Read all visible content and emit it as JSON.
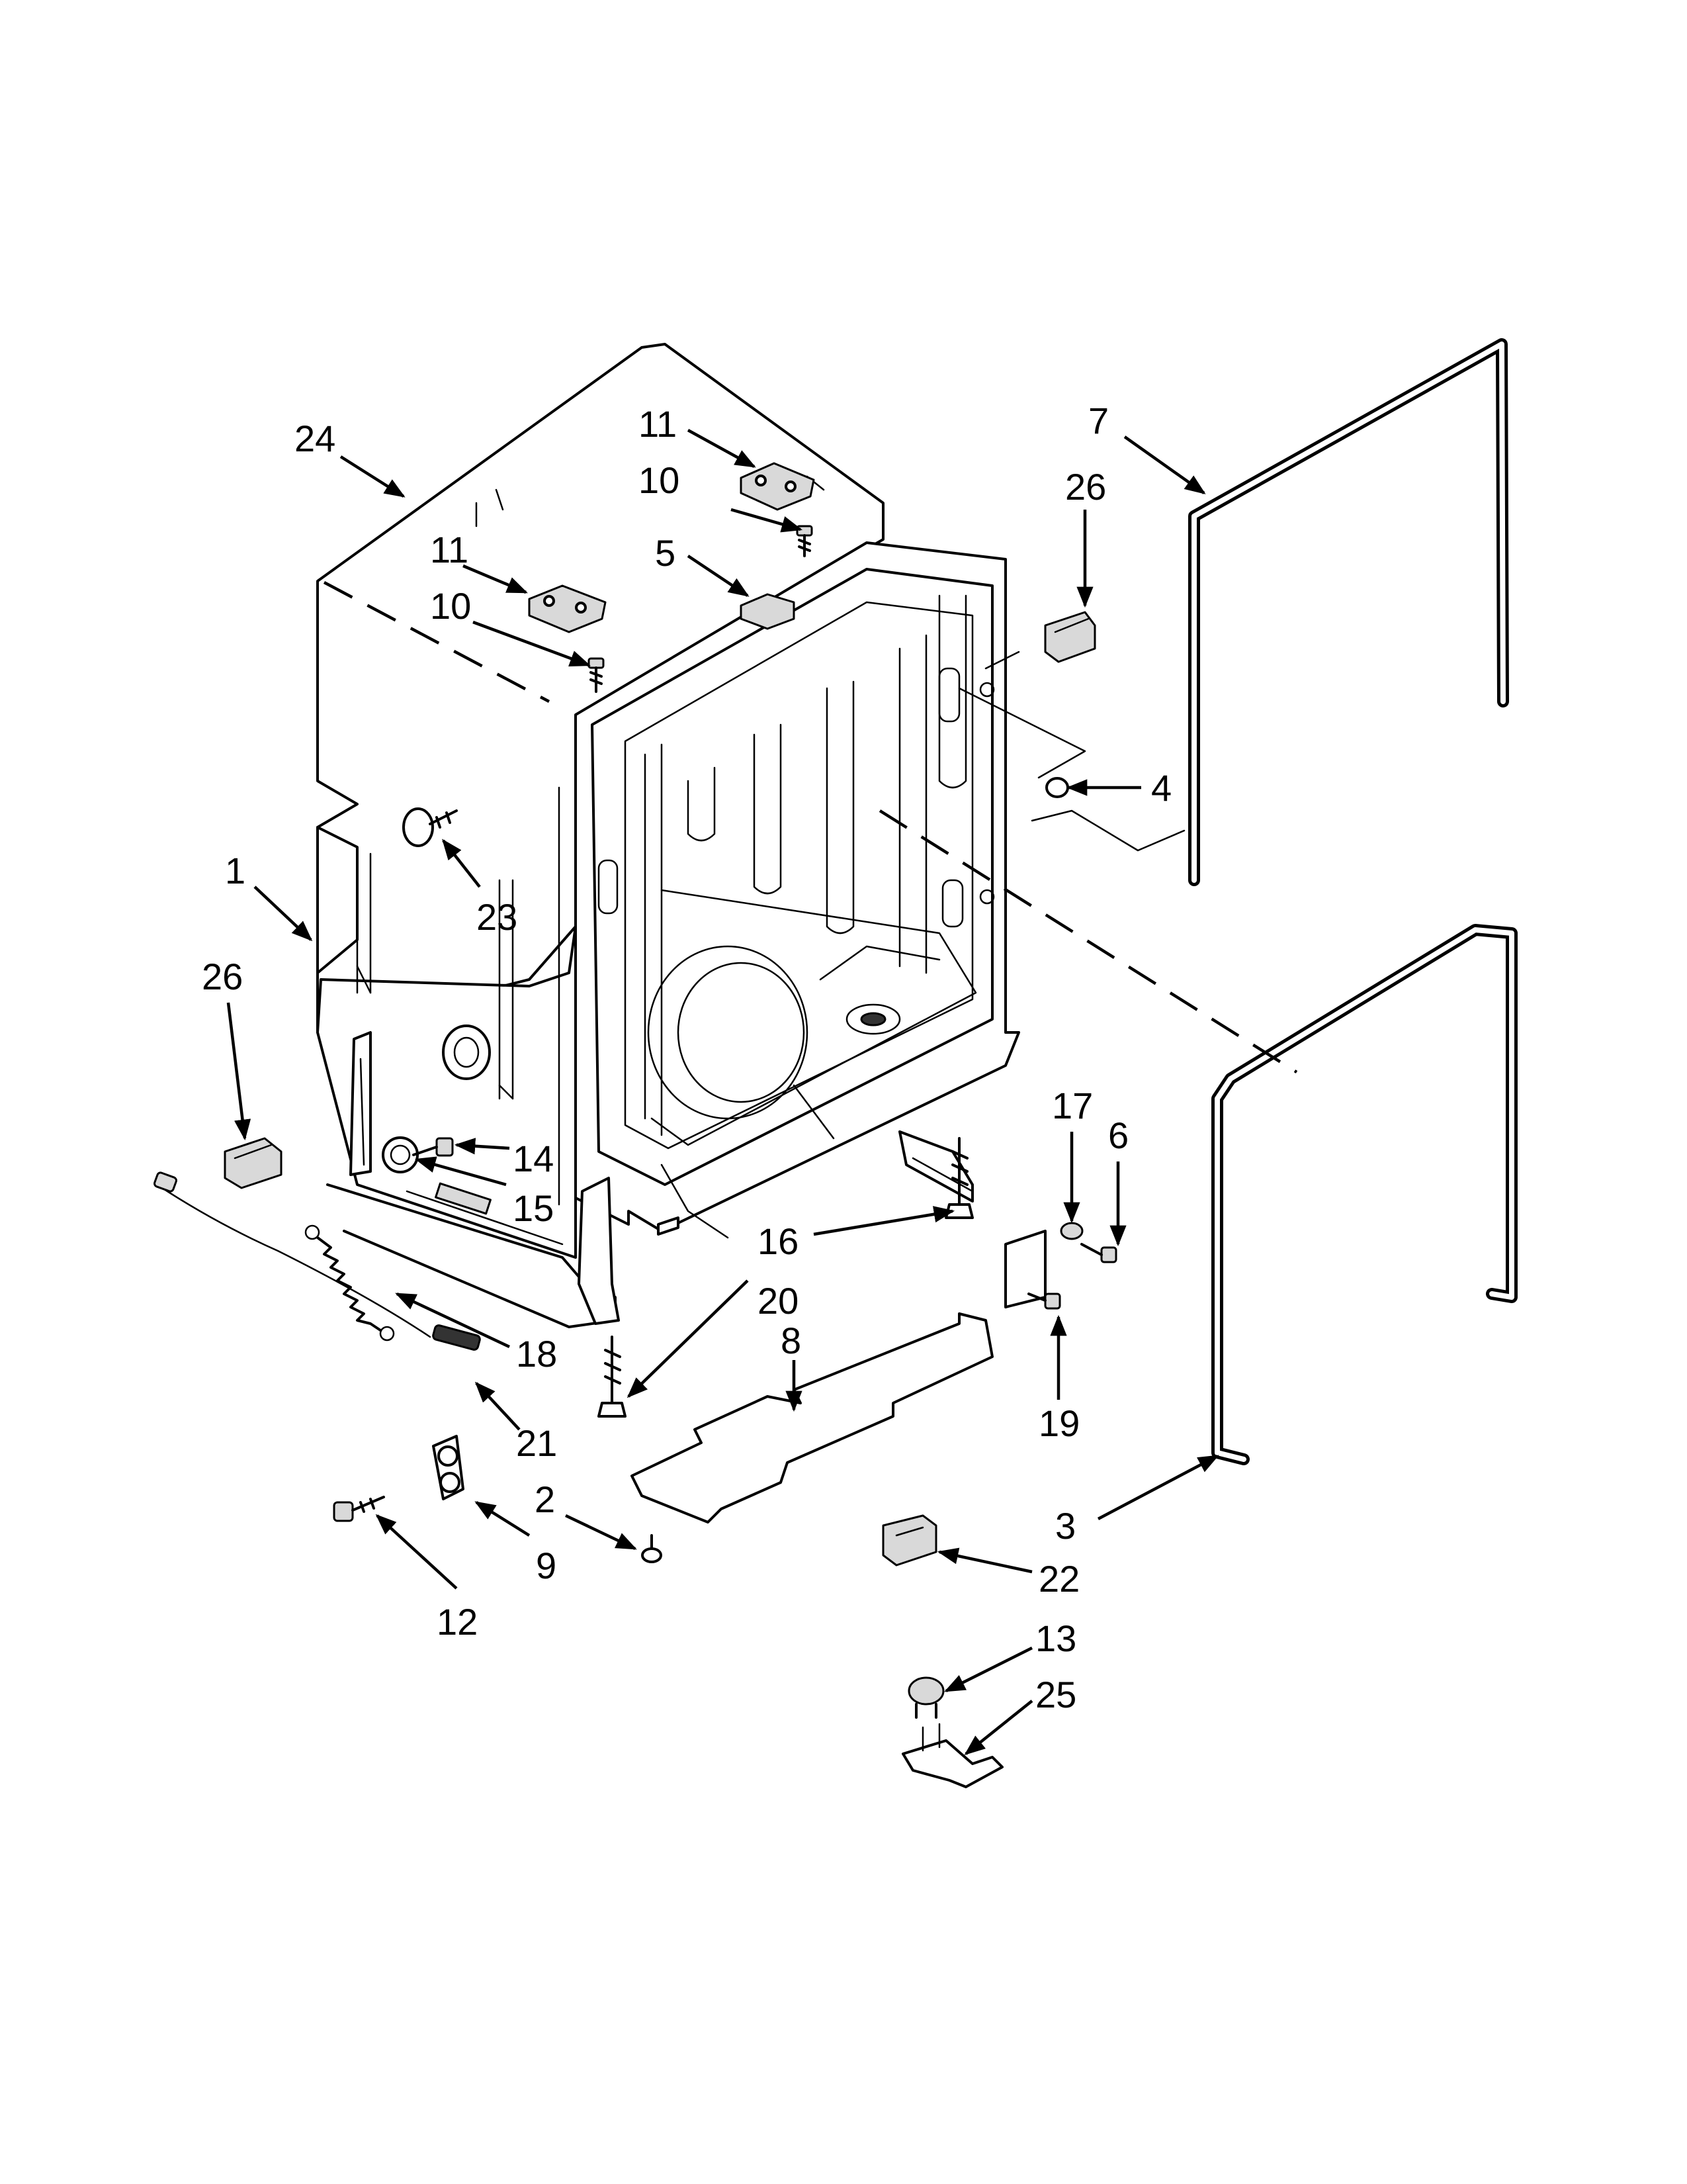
{
  "diagram": {
    "callouts": [
      {
        "id": "c24",
        "label": "24"
      },
      {
        "id": "c11a",
        "label": "11"
      },
      {
        "id": "c10a",
        "label": "10"
      },
      {
        "id": "c11b",
        "label": "11"
      },
      {
        "id": "c10b",
        "label": "10"
      },
      {
        "id": "c5",
        "label": "5"
      },
      {
        "id": "c7",
        "label": "7"
      },
      {
        "id": "c26a",
        "label": "26"
      },
      {
        "id": "c4",
        "label": "4"
      },
      {
        "id": "c23",
        "label": "23"
      },
      {
        "id": "c1",
        "label": "1"
      },
      {
        "id": "c26b",
        "label": "26"
      },
      {
        "id": "c14",
        "label": "14"
      },
      {
        "id": "c15",
        "label": "15"
      },
      {
        "id": "c17",
        "label": "17"
      },
      {
        "id": "c6",
        "label": "6"
      },
      {
        "id": "c16",
        "label": "16"
      },
      {
        "id": "c20",
        "label": "20"
      },
      {
        "id": "c8",
        "label": "8"
      },
      {
        "id": "c18",
        "label": "18"
      },
      {
        "id": "c19",
        "label": "19"
      },
      {
        "id": "c21",
        "label": "21"
      },
      {
        "id": "c2",
        "label": "2"
      },
      {
        "id": "c3",
        "label": "3"
      },
      {
        "id": "c9",
        "label": "9"
      },
      {
        "id": "c22",
        "label": "22"
      },
      {
        "id": "c12",
        "label": "12"
      },
      {
        "id": "c13",
        "label": "13"
      },
      {
        "id": "c25",
        "label": "25"
      }
    ]
  }
}
